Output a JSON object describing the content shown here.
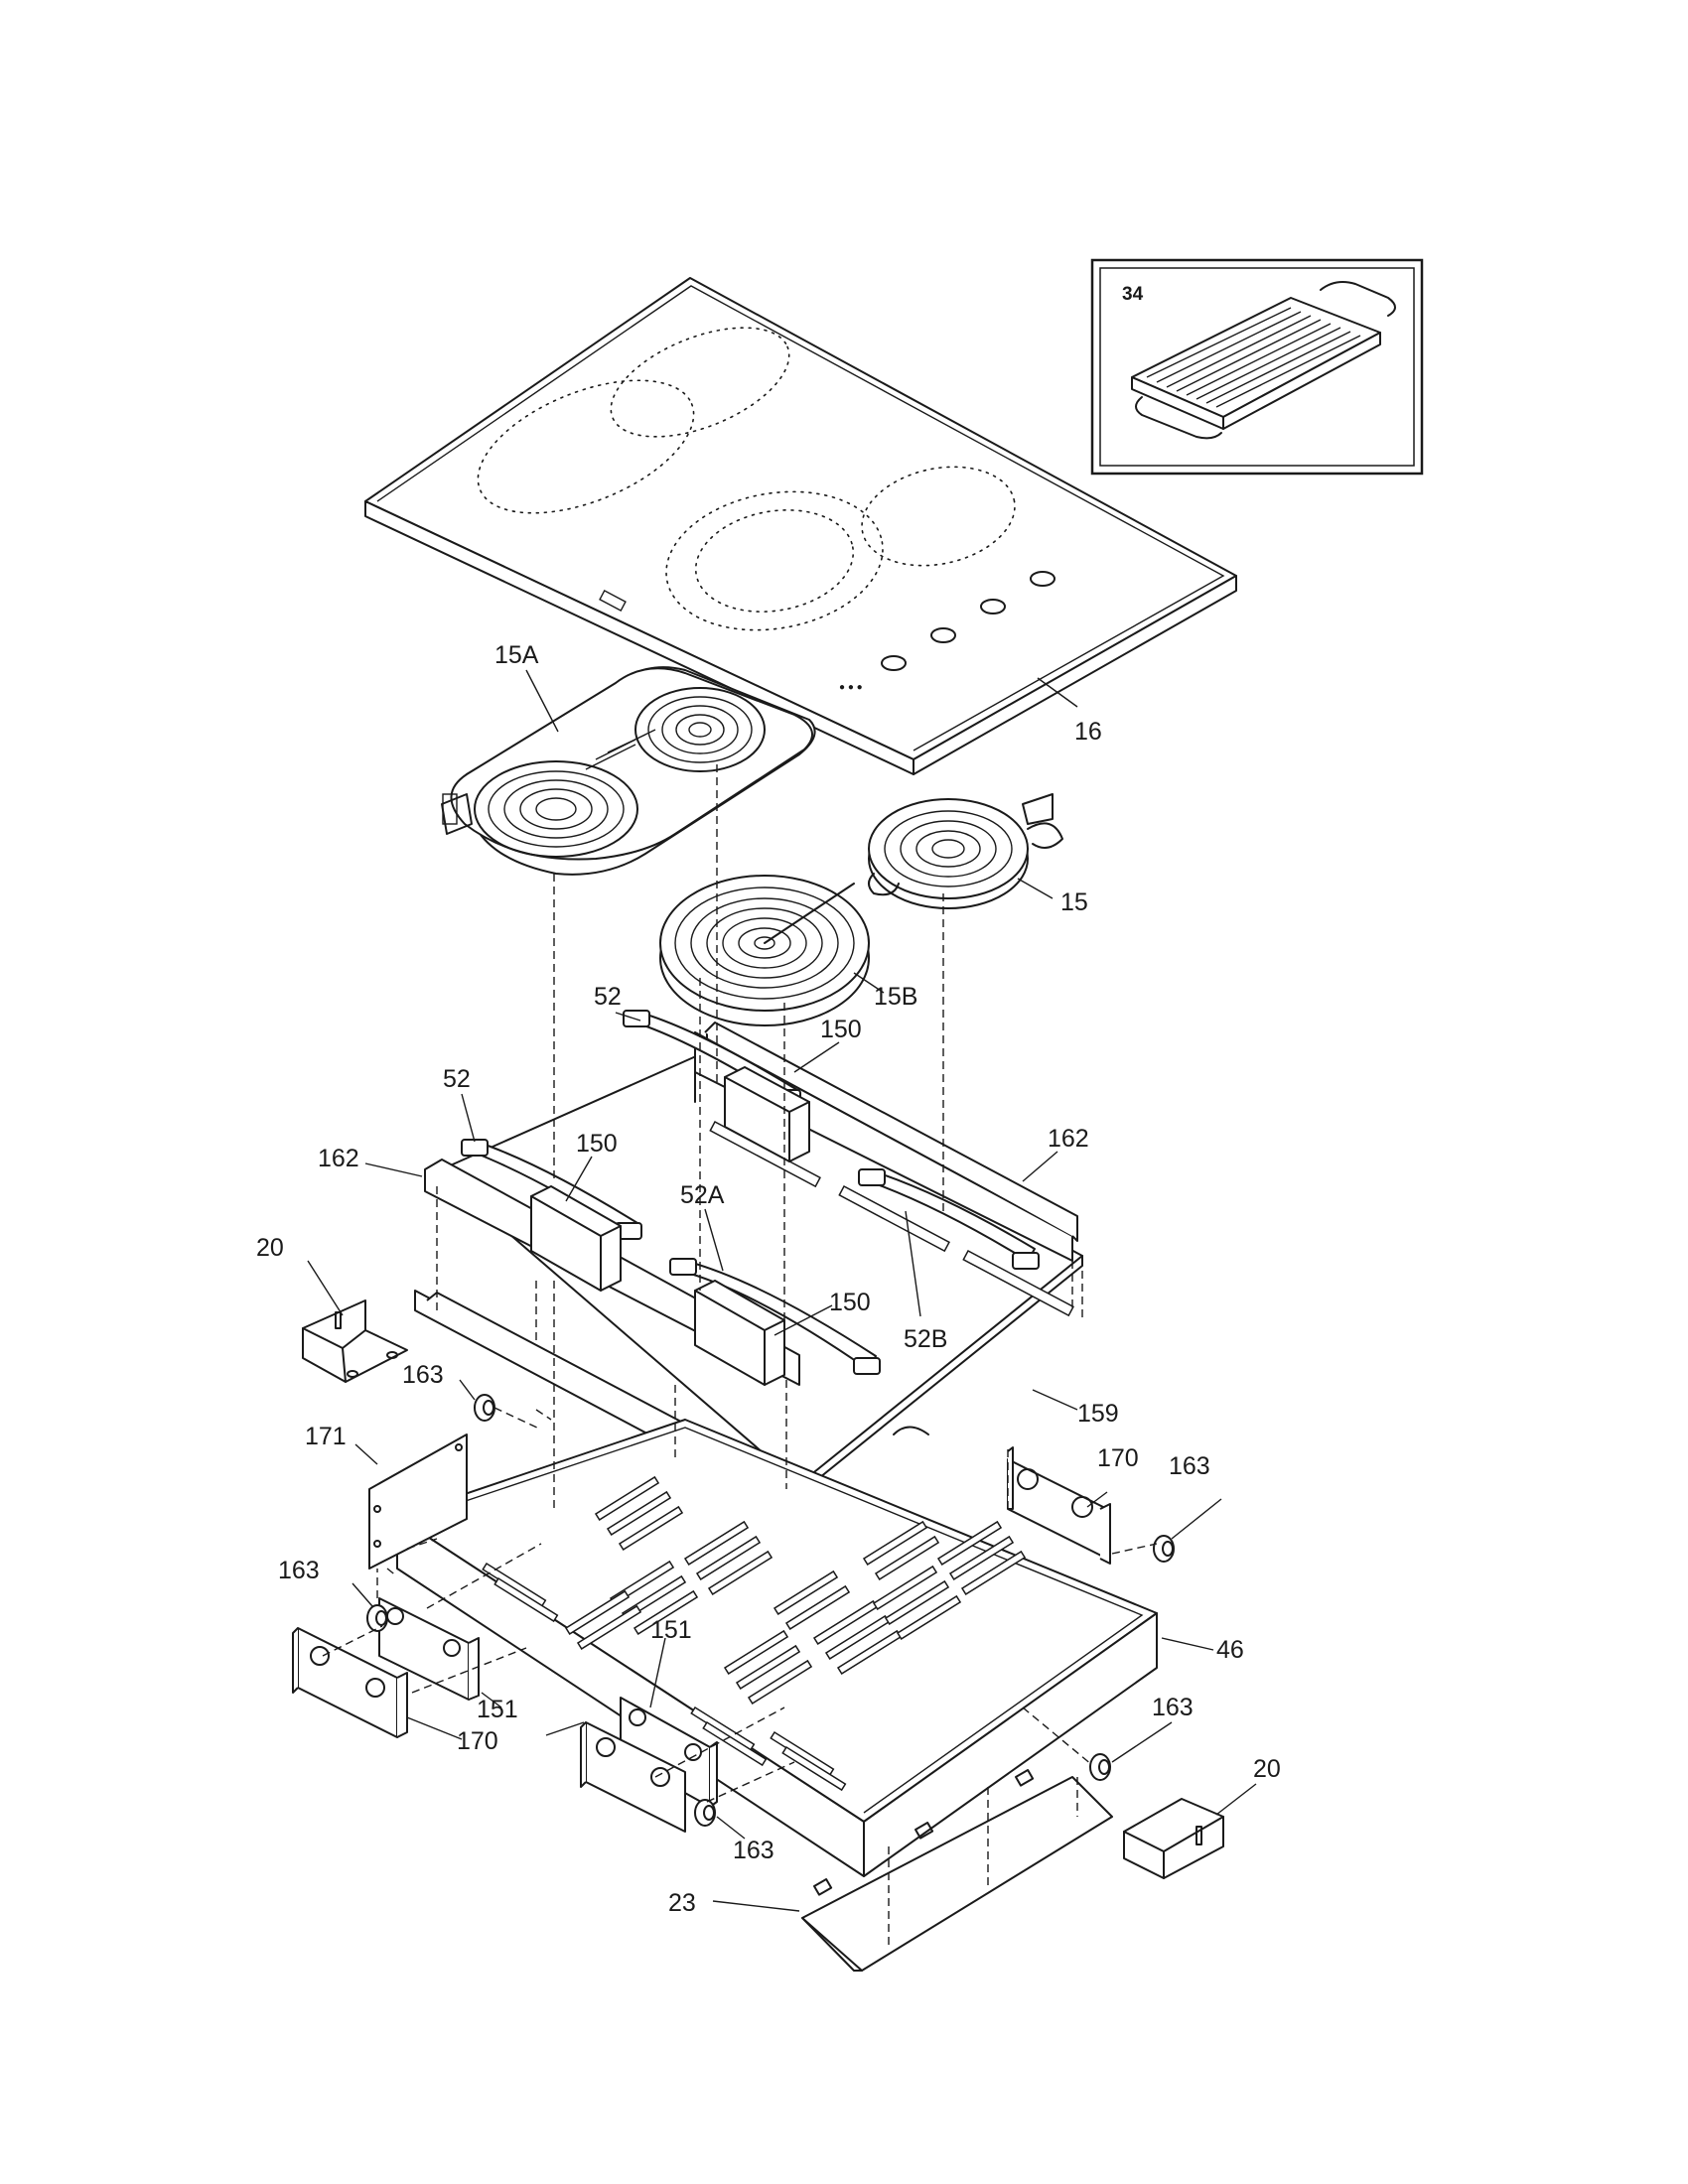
{
  "inset": {
    "label": "34",
    "part": "griddle"
  },
  "labels": {
    "l15a": "15A",
    "l16": "16",
    "l15": "15",
    "l15b": "15B",
    "l52_top": "52",
    "l52_left": "52",
    "l150_top": "150",
    "l150_left": "150",
    "l150_mid": "150",
    "l52a": "52A",
    "l52b": "52B",
    "l162_right": "162",
    "l162_left": "162",
    "l20_left": "20",
    "l20_right": "20",
    "l163_a": "163",
    "l163_b": "163",
    "l163_c": "163",
    "l163_d": "163",
    "l163_e": "163",
    "l171": "171",
    "l170_right": "170",
    "l170_left": "170",
    "l159": "159",
    "l46": "46",
    "l151_a": "151",
    "l151_b": "151",
    "l23": "23"
  }
}
